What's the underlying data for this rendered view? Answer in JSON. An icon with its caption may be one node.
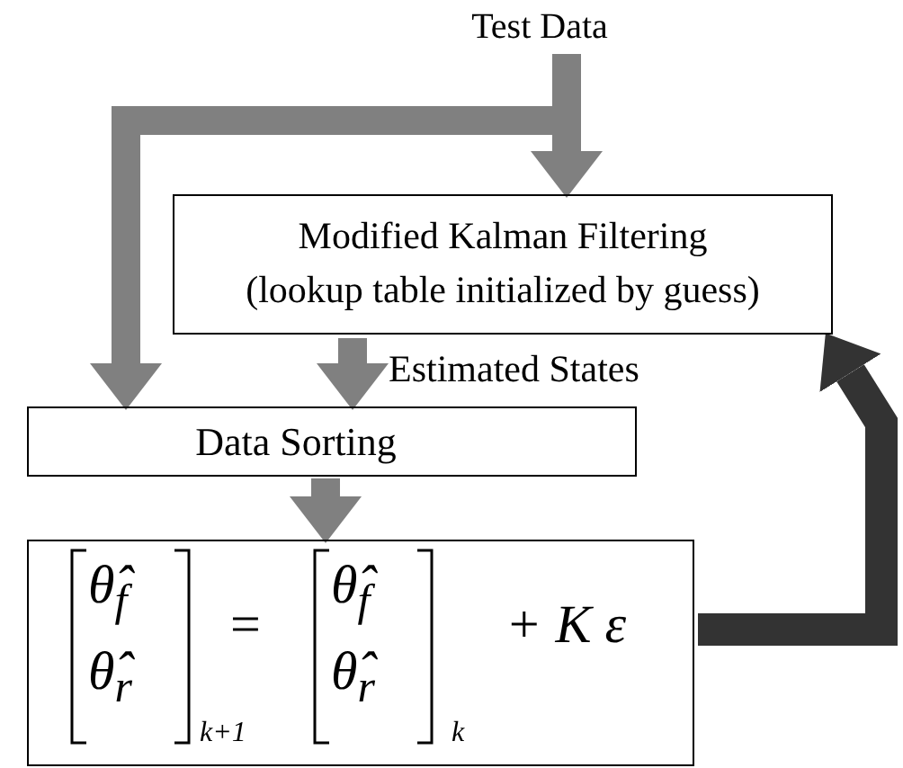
{
  "diagram": {
    "nodes": [
      {
        "text": [
          "Test Data"
        ]
      },
      {
        "text": [
          "Modified Kalman Filtering",
          "(lookup table initialized by guess)"
        ]
      },
      {
        "text": [
          "Data Sorting"
        ]
      },
      {
        "text": [
          "θ̂$_{f}$",
          "θ̂$_{r}$",
          "k+1",
          "=",
          "θ̂$_{f}$",
          "θ̂$_{r}$",
          "k",
          "+ K ε"
        ]
      }
    ],
    "edges": [
      {
        "from": 0,
        "to": 1,
        "arrow": "to"
      },
      {
        "from": 0,
        "to": 2,
        "arrow": "to"
      },
      {
        "from": 1,
        "to": 2,
        "arrow": "to",
        "label": "Estimated States"
      },
      {
        "from": 2,
        "to": 3,
        "arrow": "to"
      },
      {
        "from": 3,
        "to": 1,
        "arrow": "to",
        "color": "#333333"
      }
    ]
  }
}
